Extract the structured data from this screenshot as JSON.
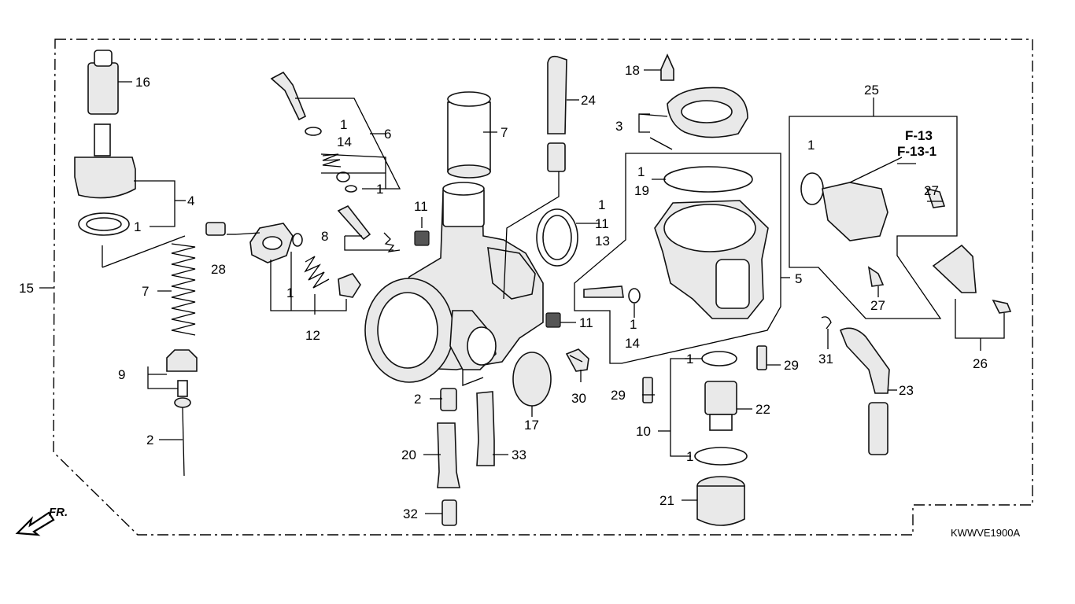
{
  "diagram": {
    "drawing_code": "KWWVE1900A",
    "front_marker": "FR.",
    "reference_lines": [
      "F-13",
      "F-13-1"
    ],
    "callouts": {
      "c16": "16",
      "c4": "4",
      "c1a": "1",
      "c15": "15",
      "c7a": "7",
      "c9": "9",
      "c2a": "2",
      "c1b": "1",
      "c14a": "14",
      "c6": "6",
      "c1c": "1",
      "c28": "28",
      "c1d": "1",
      "c12": "12",
      "c8": "8",
      "c11a": "11",
      "c7b": "7",
      "c24": "24",
      "c1e": "1",
      "c11b": "11",
      "c13": "13",
      "c11c": "11",
      "c30": "30",
      "c2b": "2",
      "c17": "17",
      "c20": "20",
      "c33": "33",
      "c32": "32",
      "c18": "18",
      "c3": "3",
      "c1f": "1",
      "c19": "19",
      "c5": "5",
      "c1g": "1",
      "c14b": "14",
      "c29a": "29",
      "c29b": "29",
      "c1h": "1",
      "c22": "22",
      "c10": "10",
      "c1i": "1",
      "c21": "21",
      "c25": "25",
      "c1j": "1",
      "c27a": "27",
      "c27b": "27",
      "c31": "31",
      "c23": "23",
      "c26": "26"
    }
  }
}
